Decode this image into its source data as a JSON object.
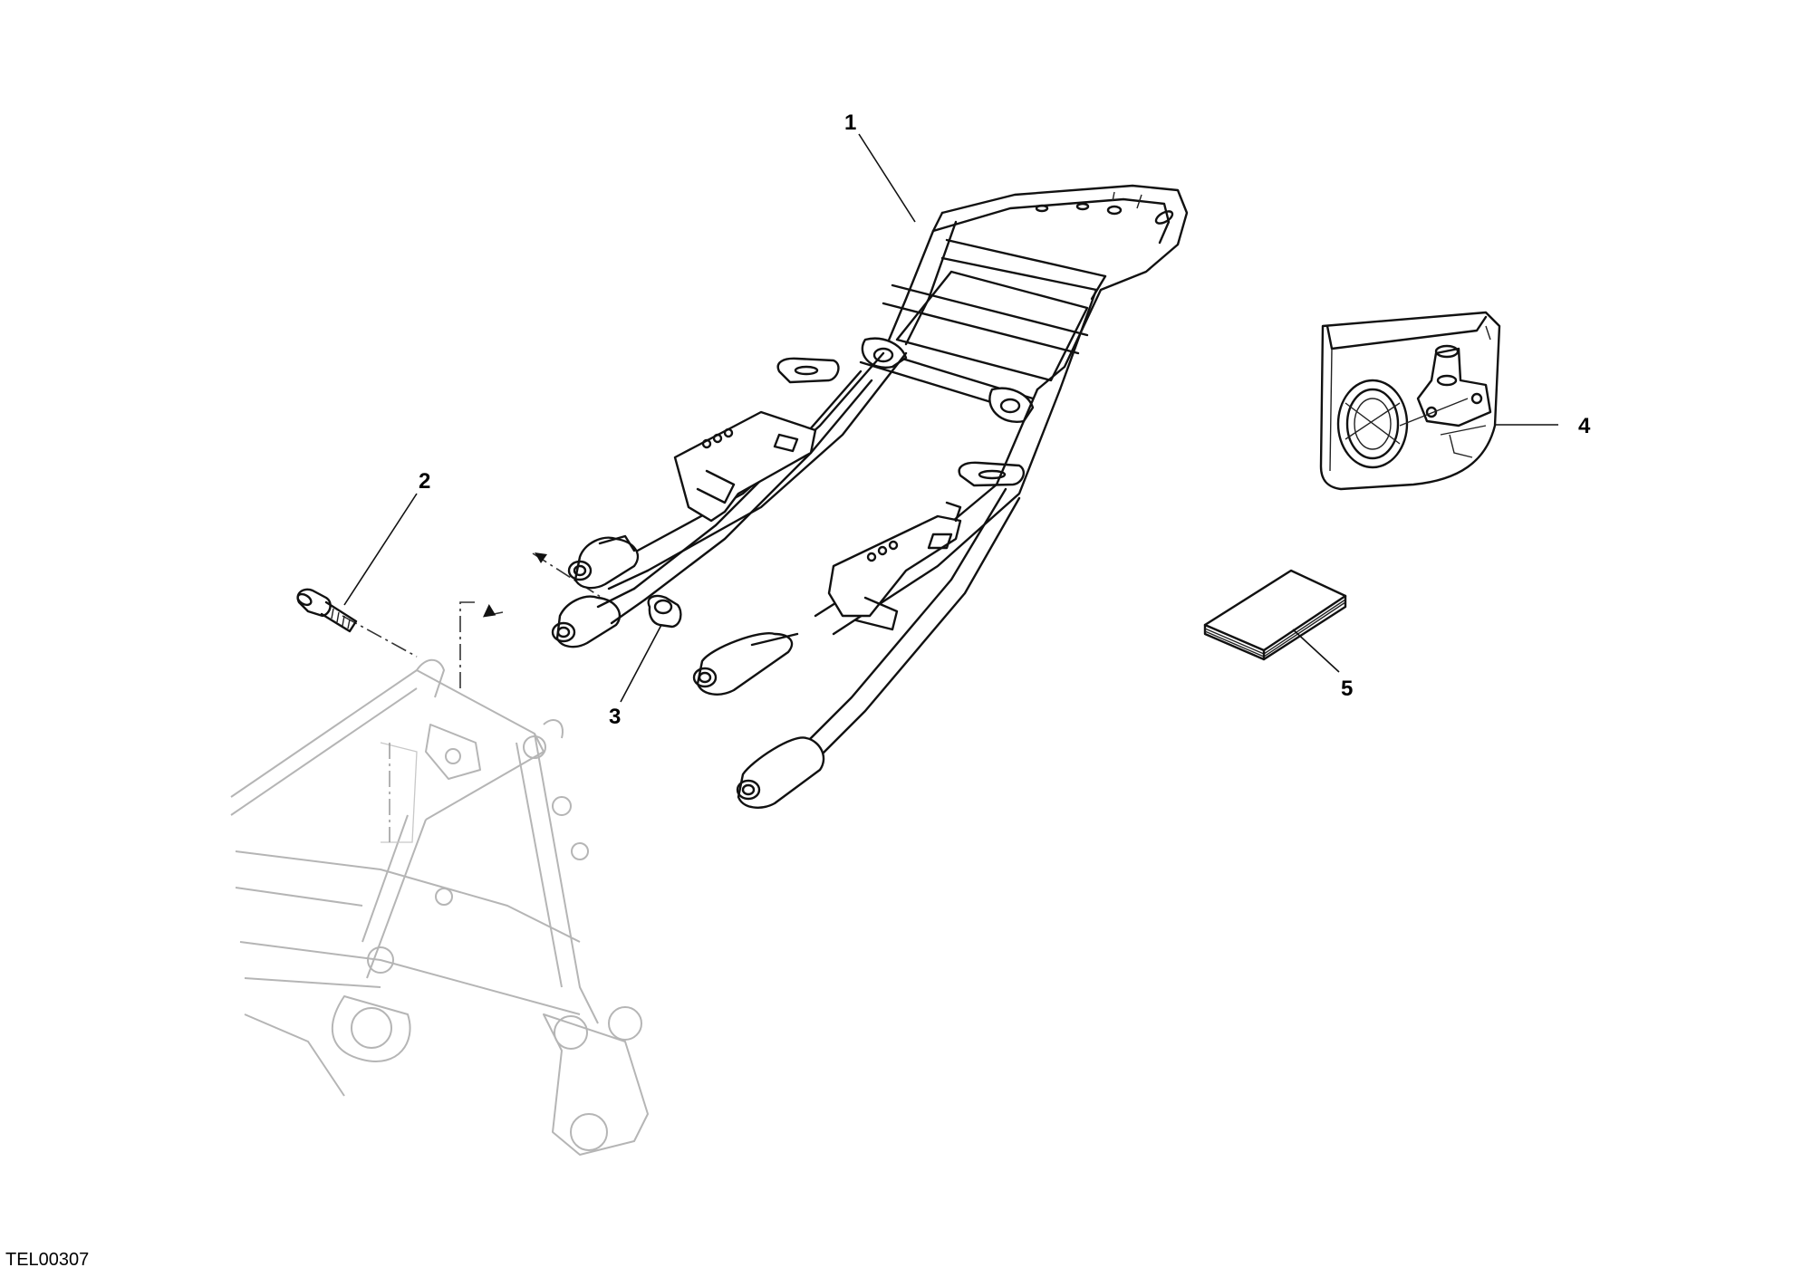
{
  "callouts": [
    {
      "id": "1",
      "label": "1"
    },
    {
      "id": "2",
      "label": "2"
    },
    {
      "id": "3",
      "label": "3"
    },
    {
      "id": "4",
      "label": "4"
    },
    {
      "id": "5",
      "label": "5"
    }
  ],
  "drawing_code": "TEL00307"
}
